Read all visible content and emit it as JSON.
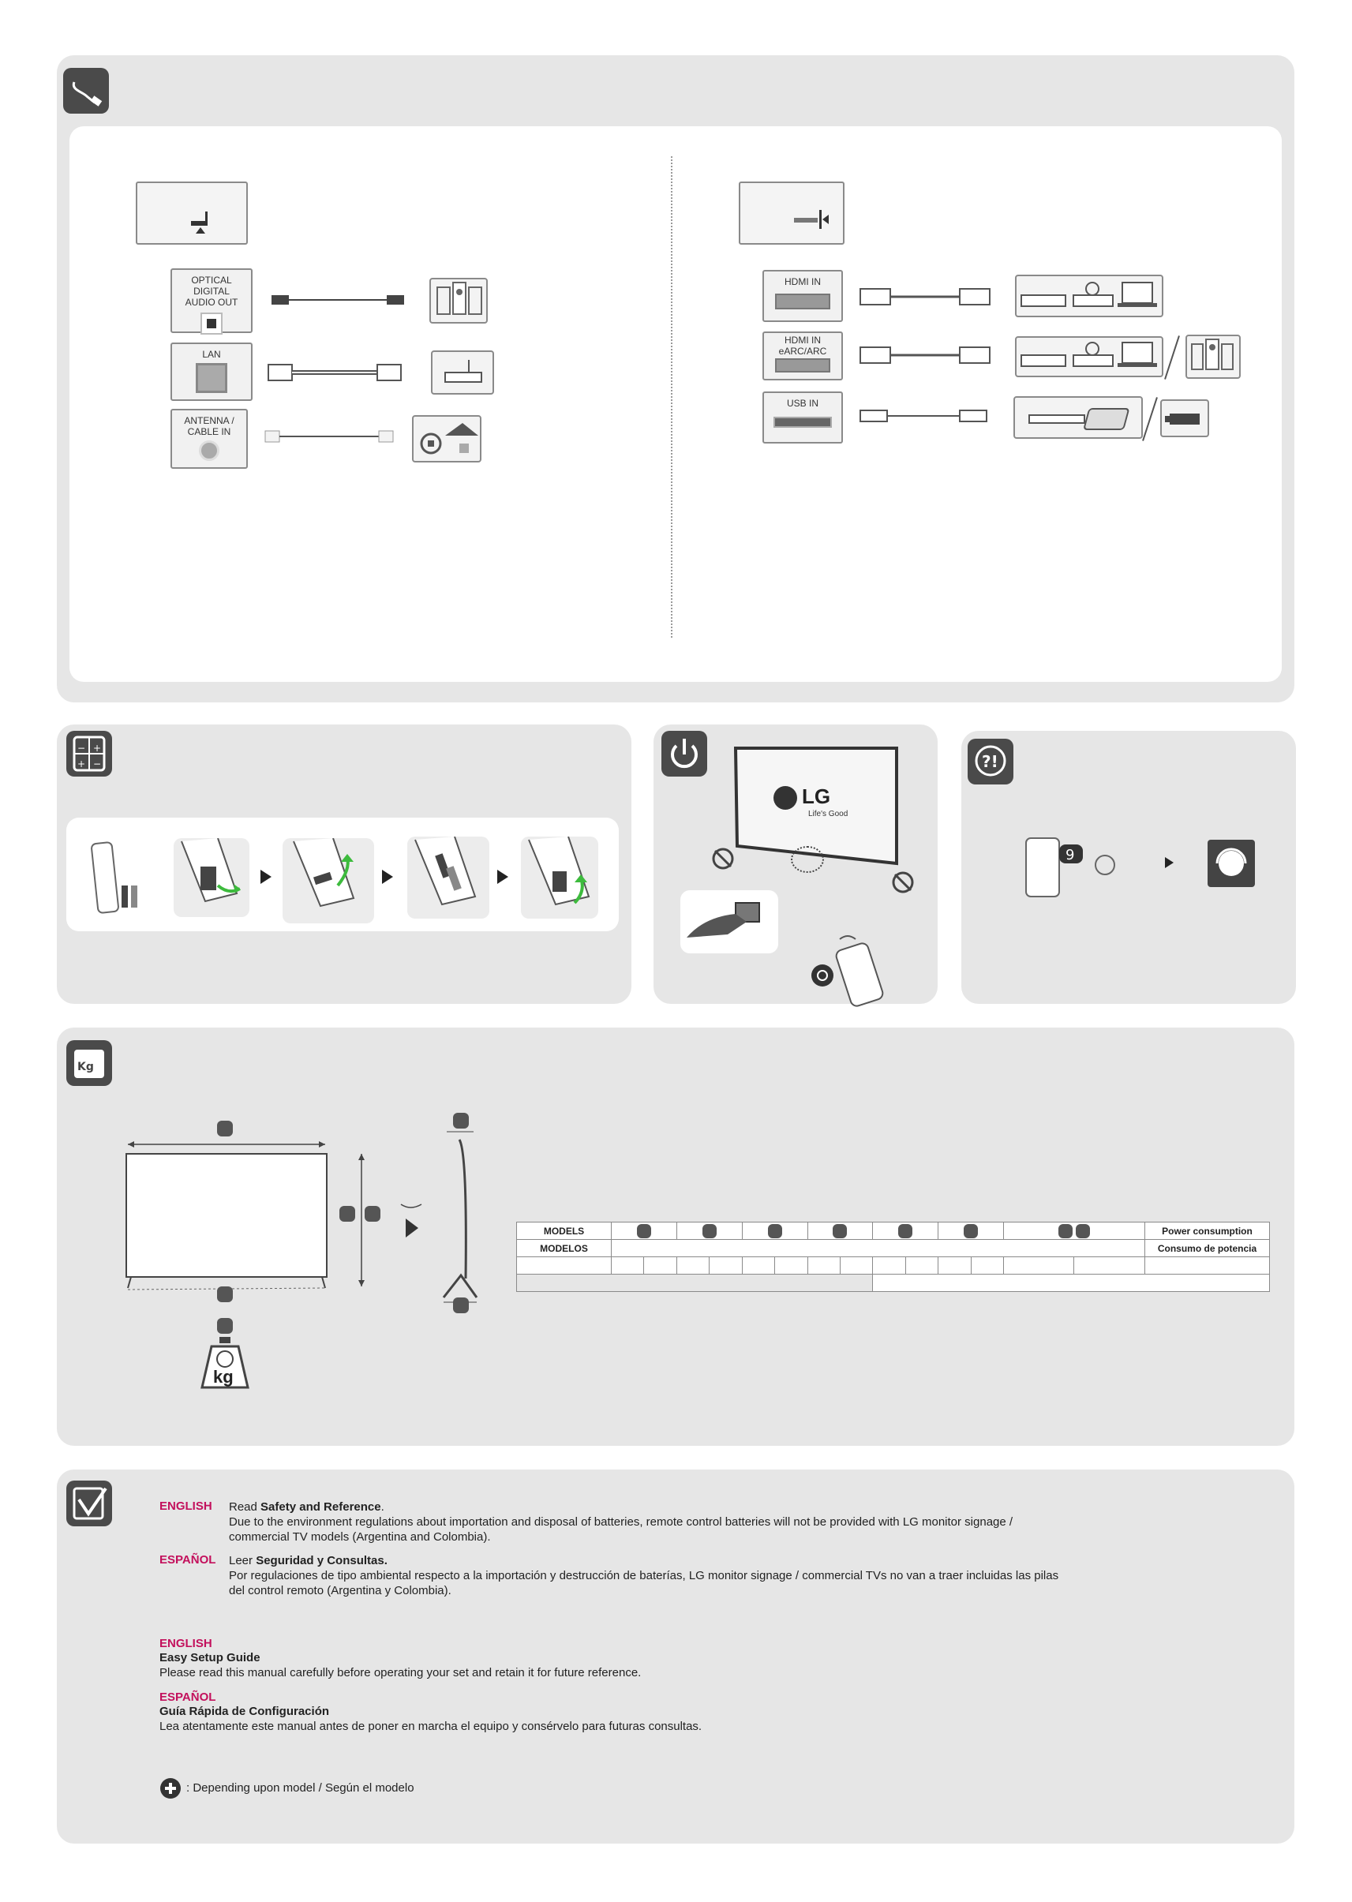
{
  "connections": {
    "left_ports": [
      {
        "label": "OPTICAL DIGITAL AUDIO OUT"
      },
      {
        "label": "LAN"
      },
      {
        "label": "ANTENNA / CABLE IN"
      }
    ],
    "right_ports": [
      {
        "label": "HDMI IN"
      },
      {
        "label": "HDMI IN eARC/ARC"
      },
      {
        "label": "USB IN"
      }
    ]
  },
  "tv_logo": {
    "brand": "LG",
    "tagline": "Life's Good"
  },
  "spec_table": {
    "row1_label": "MODELS",
    "row2_label": "MODELOS",
    "power_en": "Power consumption",
    "power_es": "Consumo de potencia"
  },
  "scale_unit": "kg",
  "scale_icon_text": "Kg",
  "notes": {
    "en_lang": "ENGLISH",
    "en_read": "Read",
    "en_read_bold": "Safety and Reference",
    "en_read_end": ".",
    "en_battery": "Due to the environment regulations about importation and disposal of batteries, remote control batteries will not be provided with LG monitor signage / commercial TV models (Argentina and Colombia).",
    "es_lang": "ESPAÑOL",
    "es_read": "Leer",
    "es_read_bold": "Seguridad y Consultas.",
    "es_battery": "Por regulaciones de tipo ambiental respecto a la importación y destrucción de baterías, LG monitor signage / commercial TVs no van a traer incluidas las pilas del control remoto (Argentina y Colombia).",
    "en_lang2": "ENGLISH",
    "en_title": "Easy Setup Guide",
    "en_desc": "Please read this manual carefully before operating your set and retain it for future reference.",
    "es_lang2": "ESPAÑOL",
    "es_title": "Guía Rápida de Configuración",
    "es_desc": "Lea atentamente este manual antes de poner en marcha el equipo y consérvelo para futuras consultas.",
    "legend": ": Depending upon model / Según el modelo"
  },
  "colors": {
    "accent": "#c3105c",
    "panel": "#e6e6e6",
    "icon": "#4a4a4a",
    "green_arrow": "#3dbb3d"
  }
}
